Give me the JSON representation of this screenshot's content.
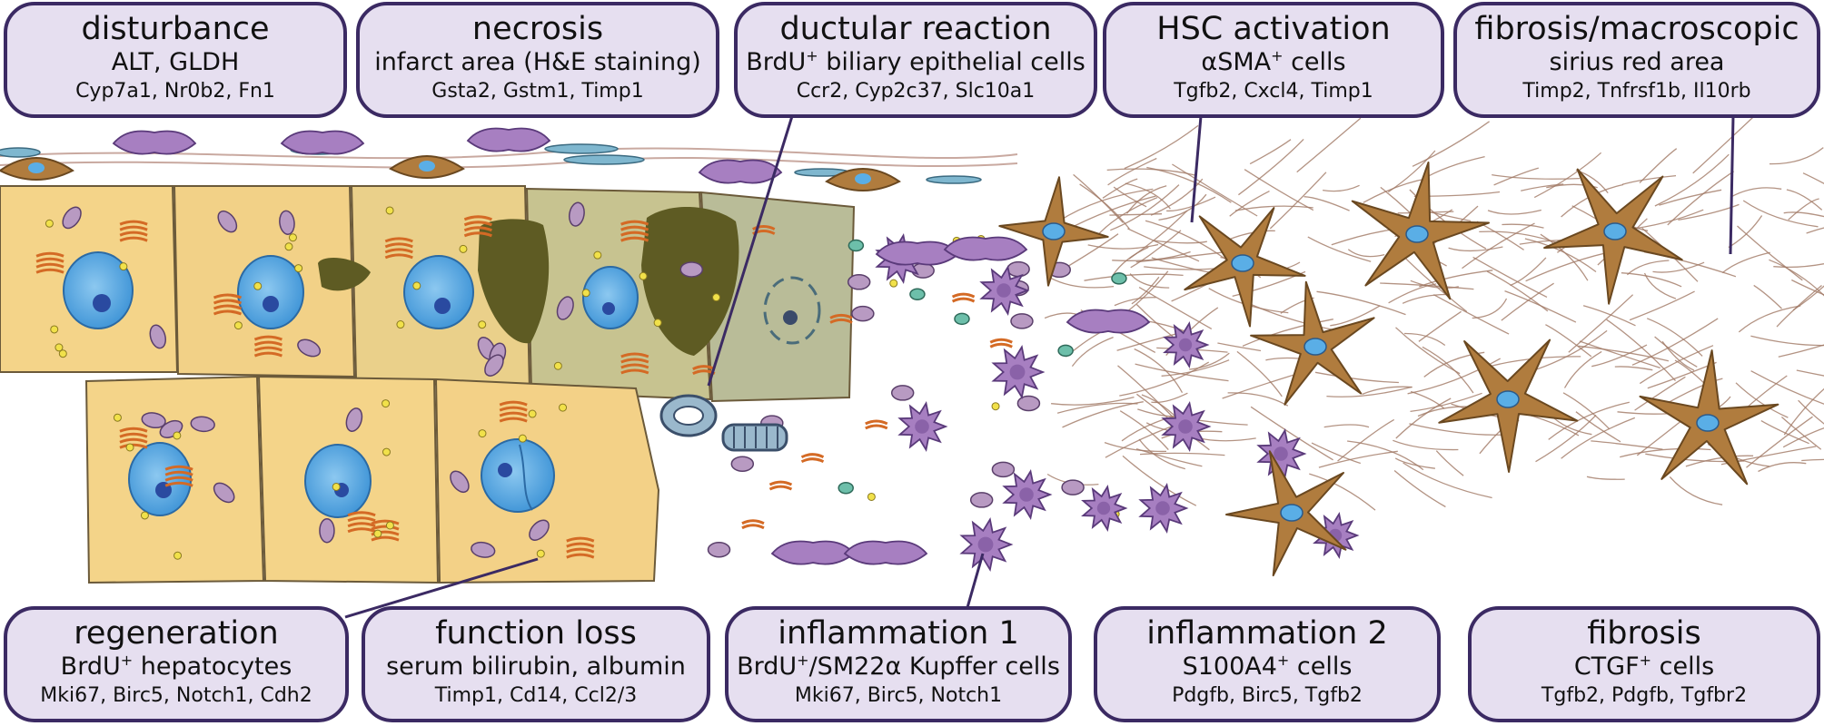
{
  "colors": {
    "box_fill": "#e6dff0",
    "box_border": "#3b2a63",
    "hepatocyte": "#f3d38a",
    "nucleus": "#5aaee6",
    "necrotic": "#5c5a22",
    "kupffer": "#a77fc1",
    "stellate": "#b07c3e",
    "fiber": "#a07864"
  },
  "top_boxes": [
    {
      "title": "disturbance",
      "subtitle": "ALT,  GLDH",
      "genes": "Cyp7a1, Nr0b2, Fn1"
    },
    {
      "title": "necrosis",
      "subtitle": "infarct area (H&E staining)",
      "genes": "Gsta2, Gstm1, Timp1"
    },
    {
      "title": "ductular reaction",
      "subtitle_a": "BrdU",
      "subtitle_sup": "+",
      "subtitle_b": " biliary epithelial cells",
      "genes": "Ccr2, Cyp2c37, Slc10a1"
    },
    {
      "title": "HSC activation",
      "subtitle_a": "αSMA",
      "subtitle_sup": "+",
      "subtitle_b": " cells",
      "genes": "Tgfb2, Cxcl4, Timp1"
    },
    {
      "title": "fibrosis/macroscopic",
      "subtitle": "sirius red area",
      "genes": "Timp2, Tnfrsf1b, Il10rb"
    }
  ],
  "bottom_boxes": [
    {
      "title": "regeneration",
      "subtitle_a": "BrdU",
      "subtitle_sup": "+",
      "subtitle_b": " hepatocytes",
      "genes": "Mki67, Birc5, Notch1, Cdh2"
    },
    {
      "title": "function loss",
      "subtitle": "serum bilirubin, albumin",
      "genes": "Timp1, Cd14, Ccl2/3"
    },
    {
      "title": "inflammation 1",
      "subtitle_a": "BrdU",
      "subtitle_sup": "+",
      "subtitle_b": "/SM22α Kupffer cells",
      "genes": "Mki67, Birc5, Notch1"
    },
    {
      "title": "inflammation 2",
      "subtitle_a": "S100A4",
      "subtitle_sup": "+",
      "subtitle_b": " cells",
      "genes": "Pdgfb, Birc5, Tgfb2"
    },
    {
      "title": "fibrosis",
      "subtitle_a": "CTGF",
      "subtitle_sup": "+",
      "subtitle_b": " cells",
      "genes": "Tgfb2, Pdgfb, Tgfbr2"
    }
  ]
}
